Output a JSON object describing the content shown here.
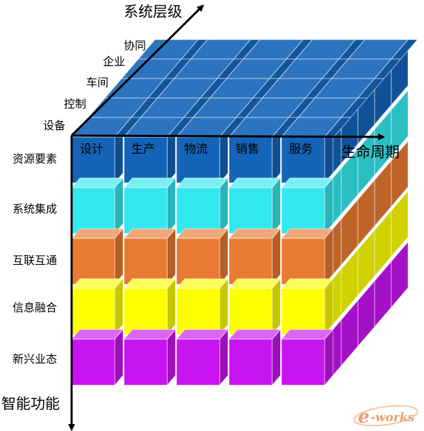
{
  "axes": {
    "system_level": "系统层级",
    "life_cycle": "生命周期",
    "smart_function": "智能功能"
  },
  "system_levels": [
    "协同",
    "企业",
    "车间",
    "控制",
    "设备"
  ],
  "life_cycle_stages": [
    "设计",
    "生产",
    "物流",
    "销售",
    "服务"
  ],
  "smart_functions": [
    "资源要素",
    "系统集成",
    "互联互通",
    "信息融合",
    "新兴业态"
  ],
  "layer_colors": {
    "top": "#1464b8",
    "资源要素": "#1464b8",
    "系统集成": "#33e8ee",
    "互联互通": "#e87a32",
    "信息融合": "#ffff00",
    "新兴业态": "#c814f0"
  },
  "watermark": "e-works"
}
